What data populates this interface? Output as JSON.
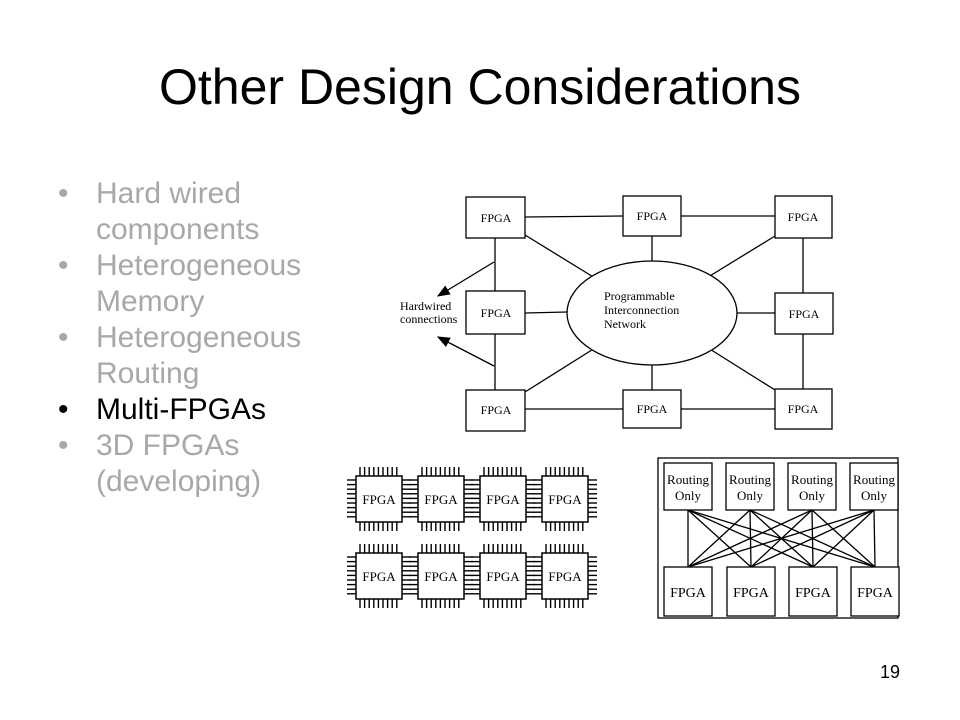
{
  "slide": {
    "title": "Other Design Considerations",
    "page_number": "19",
    "colors": {
      "muted": "#a8a8a8",
      "active": "#000000"
    }
  },
  "bullets": [
    {
      "line1": "Hard wired",
      "line2": "components",
      "active": false
    },
    {
      "line1": "Heterogeneous",
      "line2": "Memory",
      "active": false
    },
    {
      "line1": "Heterogeneous",
      "line2": "Routing",
      "active": false
    },
    {
      "line1": "Multi-FPGAs",
      "line2": "",
      "active": true
    },
    {
      "line1": "3D FPGAs",
      "line2": "(developing)",
      "active": false
    }
  ],
  "diagram_network": {
    "fpga_label": "FPGA",
    "center_line1": "Programmable",
    "center_line2": "Interconnection",
    "center_line3": "Network",
    "hardwired_line1": "Hardwired",
    "hardwired_line2": "connections"
  },
  "diagram_grid": {
    "fpga_label": "FPGA"
  },
  "diagram_routing": {
    "routing_line1": "Routing",
    "routing_line2": "Only",
    "fpga_label": "FPGA"
  }
}
